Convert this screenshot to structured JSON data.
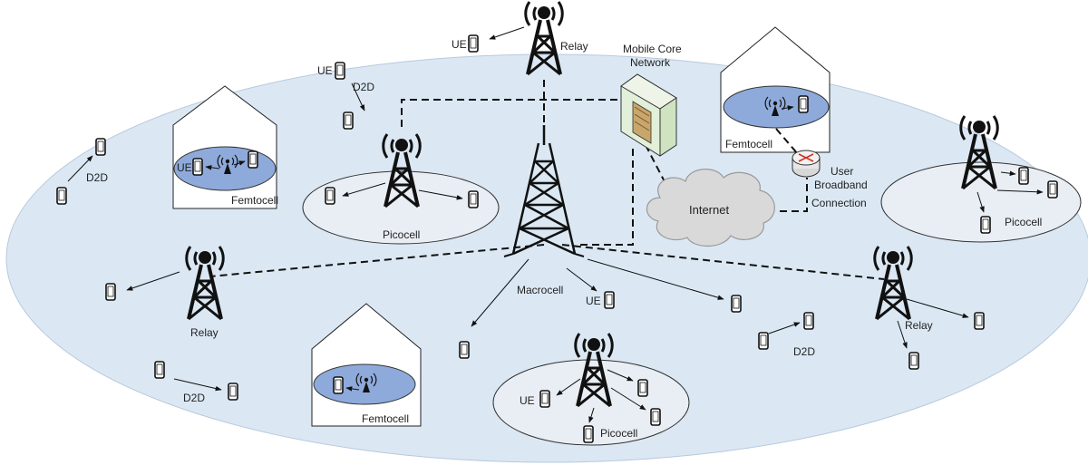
{
  "colors": {
    "coverage": "#dbe8f4",
    "cell_light": "#e9eef5",
    "femto_fill": "#8eaadb",
    "cloud": "#d9d9d9",
    "server": "#e2efd9",
    "server_panel": "#c8a66c",
    "router": "#e6e6e6",
    "router_mark": "#d03020",
    "stroke": "#111111"
  },
  "labels": {
    "macrocell": "Macrocell",
    "mobile_core": [
      "Mobile Core",
      "Network"
    ],
    "internet": "Internet",
    "user_broadband": [
      "User",
      "Broadband",
      "Connection"
    ],
    "relay_top": "Relay",
    "relay_left": "Relay",
    "relay_right": "Relay",
    "picocell_left": "Picocell",
    "picocell_right": "Picocell",
    "picocell_bottom": "Picocell",
    "femtocell_left": "Femtocell",
    "femtocell_bottom": "Femtocell",
    "femtocell_top_right": "Femtocell",
    "ue_top": "UE",
    "ue_upper_left": "UE",
    "ue_femto_left": "UE",
    "ue_center": "UE",
    "ue_bottom_pico": "UE",
    "d2d_upper_left": "D2D",
    "d2d_left": "D2D",
    "d2d_bottom_left": "D2D",
    "d2d_right": "D2D"
  },
  "icons": {
    "tower": "cell-tower-icon",
    "small_tower": "small-cell-antenna-icon",
    "phone": "mobile-phone-icon",
    "server": "server-icon",
    "cloud": "cloud-icon",
    "router": "router-icon",
    "house": "house-icon"
  }
}
